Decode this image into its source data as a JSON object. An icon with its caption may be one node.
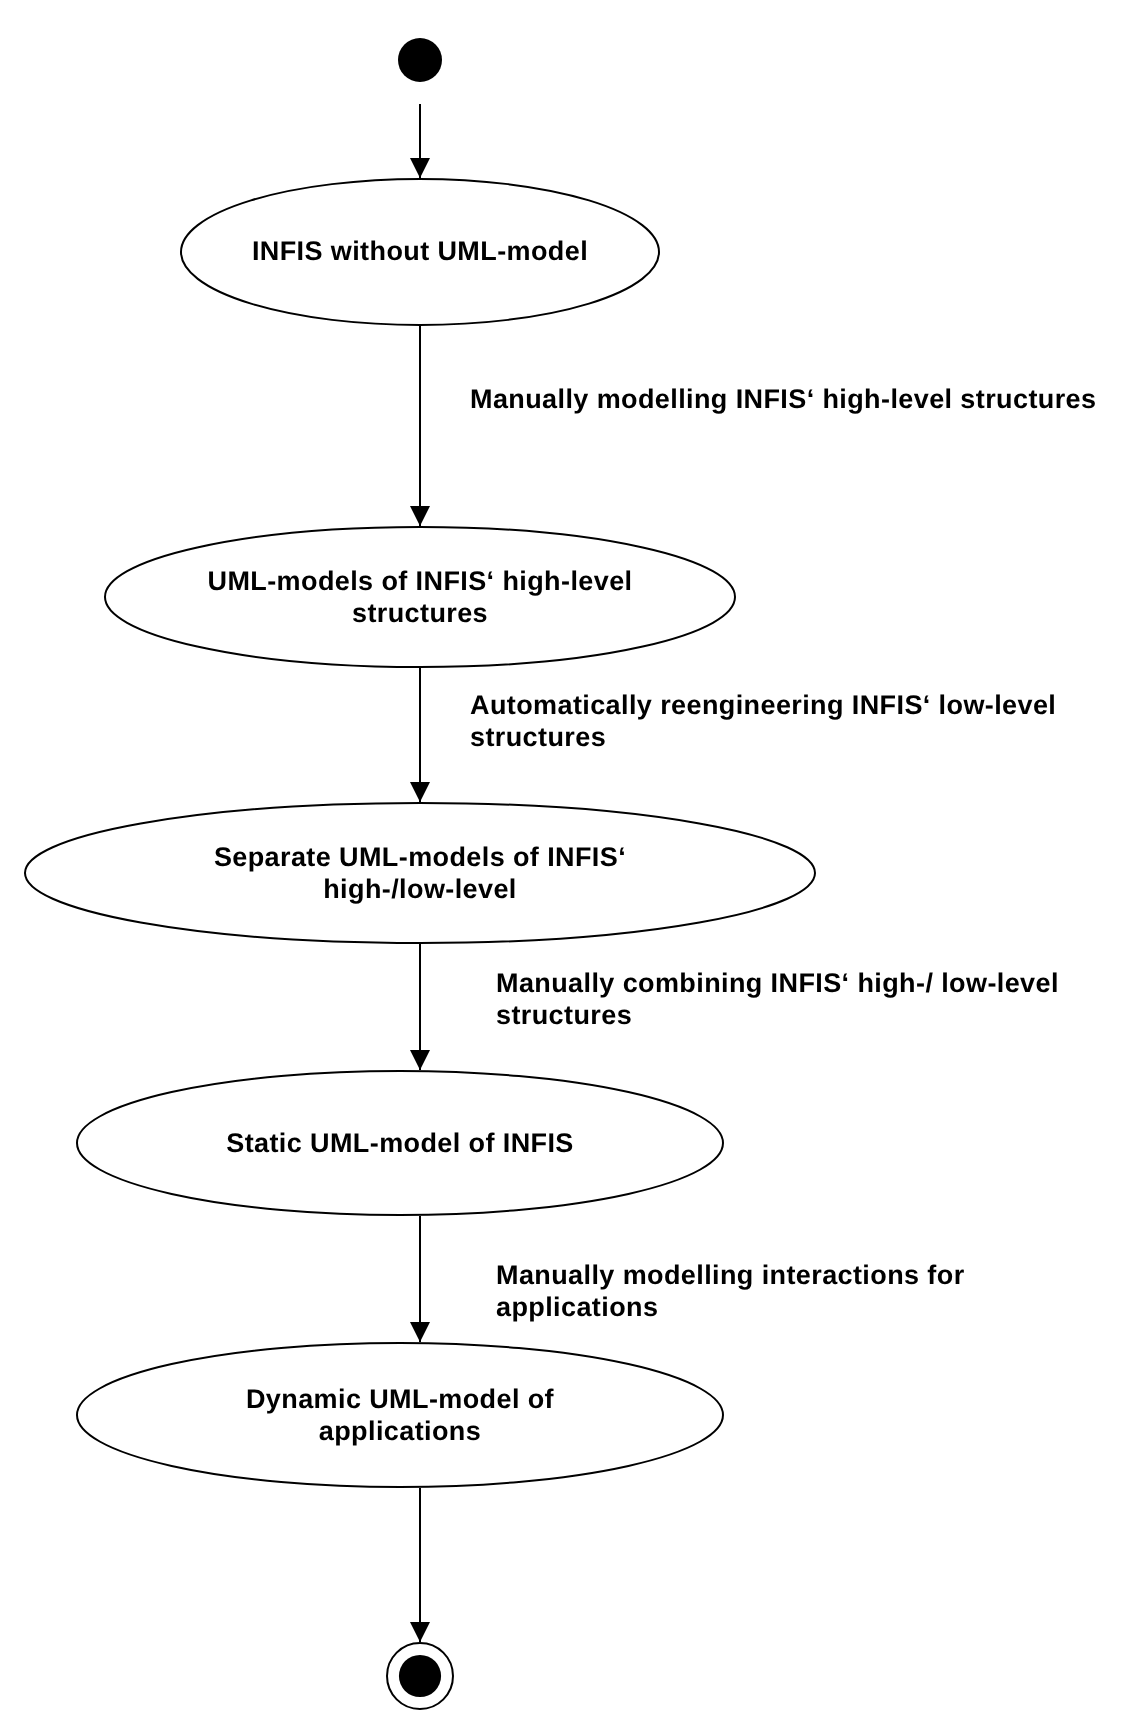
{
  "diagram": {
    "nodes": [
      {
        "text": [],
        "shape": "dot"
      },
      {
        "text": [
          "INFIS without UML-model"
        ]
      },
      {
        "text": [
          "UML-models of INFIS‘ high-level structures"
        ]
      },
      {
        "text": [
          "Separate UML-models of INFIS‘ high-/low-level"
        ]
      },
      {
        "text": [
          "Static UML-model of INFIS"
        ]
      },
      {
        "text": [
          "Dynamic UML-model of applications"
        ]
      },
      {
        "text": [],
        "shape": "bullseye"
      }
    ],
    "edges": [
      {
        "from": 0,
        "to": 1,
        "arrow": "to"
      },
      {
        "from": 1,
        "to": 2,
        "arrow": "to",
        "label": "Manually modelling INFIS‘ high-level structures"
      },
      {
        "from": 2,
        "to": 3,
        "arrow": "to",
        "label": "Automatically reengineering INFIS‘ low-level structures"
      },
      {
        "from": 3,
        "to": 4,
        "arrow": "to",
        "label": "Manually combining INFIS‘ high-/ low-level structures"
      },
      {
        "from": 4,
        "to": 5,
        "arrow": "to",
        "label": "Manually modelling interactions for applications"
      },
      {
        "from": 5,
        "to": 6,
        "arrow": "to"
      }
    ]
  }
}
